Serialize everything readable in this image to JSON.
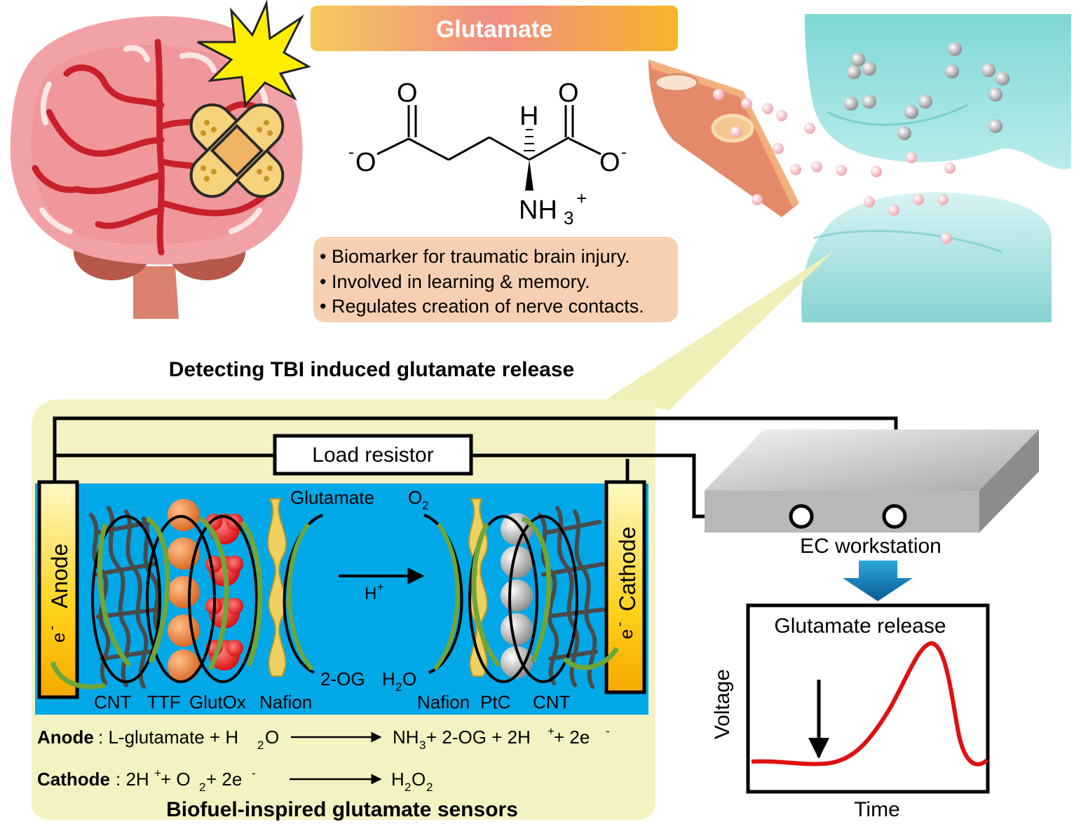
{
  "glutamate_banner": "Glutamate",
  "molecule": {
    "o_left_top": "O",
    "o_left_ion": "O",
    "o_right_top": "O",
    "o_right_ion": "O",
    "h": "H",
    "nh": "NH",
    "sub3": "3",
    "minus": "-",
    "plus": "+"
  },
  "facts": [
    "• Biomarker for traumatic brain injury.",
    "• Involved in learning & memory.",
    "• Regulates creation of nerve contacts."
  ],
  "section_title": "Detecting TBI induced glutamate release",
  "load_resistor": "Load resistor",
  "anode_label": "Anode",
  "cathode_label": "Cathode",
  "electron": "e",
  "glutamate_label": "Glutamate",
  "o2": {
    "main": "O",
    "sub": "2"
  },
  "h_plus": {
    "main": "H",
    "sup": "+"
  },
  "og_label": "2-OG",
  "h2o": {
    "pre": "H",
    "sub": "2",
    "post": "O"
  },
  "layers_left": [
    "CNT",
    "TTF",
    "GlutOx",
    "Nafion"
  ],
  "layers_right": [
    "Nafion",
    "PtC",
    "CNT"
  ],
  "anode_eq": {
    "label": "Anode",
    "lhs": ": L-glutamate + H",
    "lhs_sub": "2",
    "lhs_end": "O",
    "rhs_a": "NH",
    "rhs_a_sub": "3",
    "rhs_b": " + 2-OG + 2H",
    "rhs_b_sup": "+",
    "rhs_c": " + 2e",
    "rhs_c_sup": "-"
  },
  "cathode_eq": {
    "label": "Cathode",
    "lhs": ": 2H",
    "lhs_sup": "+",
    "lhs_b": " + O",
    "lhs_b_sub": "2",
    "lhs_c": " + 2e",
    "lhs_c_sup": "-",
    "rhs": "H",
    "rhs_sub1": "2",
    "rhs_mid": "O",
    "rhs_sub2": "2"
  },
  "footer_title": "Biofuel-inspired glutamate sensors",
  "ec_workstation": "EC workstation",
  "plot": {
    "title": "Glutamate release",
    "ylabel": "Voltage",
    "xlabel": "Time"
  },
  "colors": {
    "banner_start": "#f7c64a",
    "banner_mid": "#ee8f86",
    "fact_box": "#f6cdb1",
    "panel": "#f4f2c2",
    "cell": "#00a8e8",
    "electrode": "#ffc400",
    "curve": "#e01010",
    "arrow_green": "#6fa63a",
    "down_arrow": "#0f6fa8"
  }
}
